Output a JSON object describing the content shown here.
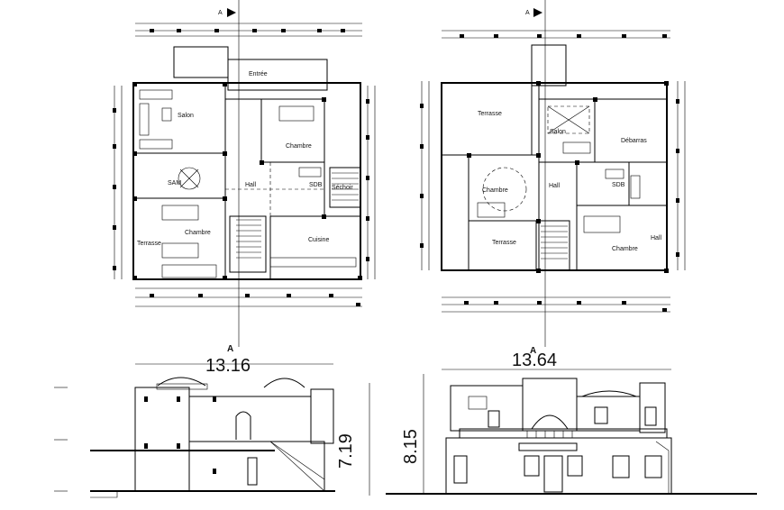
{
  "section_marker": "A",
  "plan_left": {
    "rooms": {
      "entree": "Entrée",
      "salon": "Salon",
      "chambre_top": "Chambre",
      "sam": "SAM",
      "hall": "Hall",
      "sdb": "SDB",
      "sechoir": "Séchoir",
      "chambre_bottom": "Chambre",
      "terrasse": "Terrasse",
      "cuisine": "Cuisine"
    }
  },
  "plan_right": {
    "rooms": {
      "terrasse_top": "Terrasse",
      "salon": "Salon",
      "debarras": "Débarras",
      "chambre_left": "Chambre",
      "hall": "Hall",
      "sdb": "SDB",
      "terrasse_bottom": "Terrasse",
      "chambre_right": "Chambre",
      "hall_small": "Hall"
    }
  },
  "elevation_left": {
    "width_dim": "13.16",
    "height_dim": "7.19"
  },
  "elevation_right": {
    "width_dim": "13.64",
    "height_dim": "8.15"
  },
  "colors": {
    "ink": "#000000",
    "background": "#ffffff"
  }
}
